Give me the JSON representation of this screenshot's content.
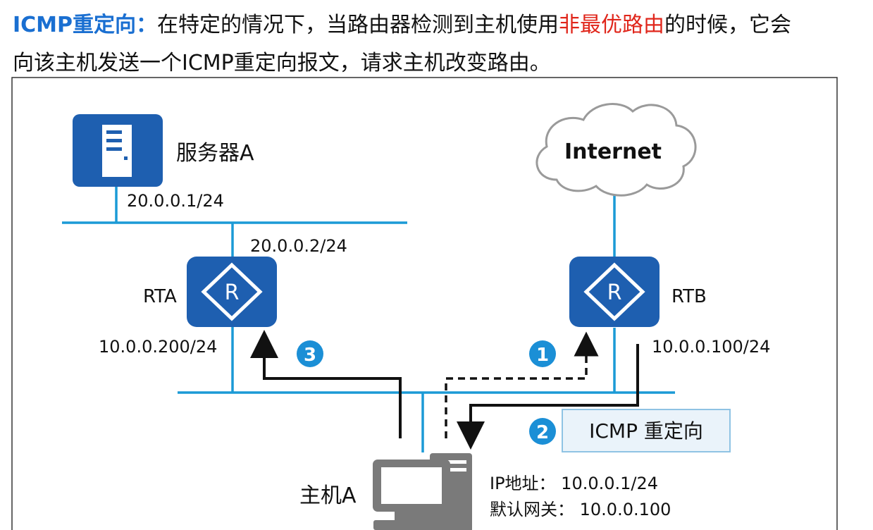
{
  "header": {
    "keyword": "ICMP重定向：",
    "text_before": "在特定的情况下，当路由器检测到主机使用",
    "highlight": "非最优路由",
    "text_after": "的时候，它会",
    "line2": "向该主机发送一个ICMP重定向报文，请求主机改变路由。"
  },
  "diagram": {
    "server_label": "服务器A",
    "server_ip": "20.0.0.1/24",
    "rta_upper_ip": "20.0.0.2/24",
    "rta_label": "RTA",
    "rta_lower_ip": "10.0.0.200/24",
    "router_glyph": "R",
    "internet_label": "Internet",
    "rtb_label": "RTB",
    "rtb_ip": "10.0.0.100/24",
    "step1": "1",
    "step2": "2",
    "step3": "3",
    "redirect_box": "ICMP 重定向",
    "host_label": "主机A",
    "host_ip": "IP地址：  10.0.0.1/24",
    "host_gateway": "默认网关：  10.0.0.100"
  },
  "colors": {
    "keyword_blue": "#1a6fd1",
    "highlight_red": "#e0261b",
    "device_blue": "#1e5fb0",
    "link_blue": "#1b9ad6",
    "step_blue": "#1b8fd6",
    "redirect_box_bg": "#eaf3fa",
    "redirect_box_border": "#8fc3e4"
  }
}
